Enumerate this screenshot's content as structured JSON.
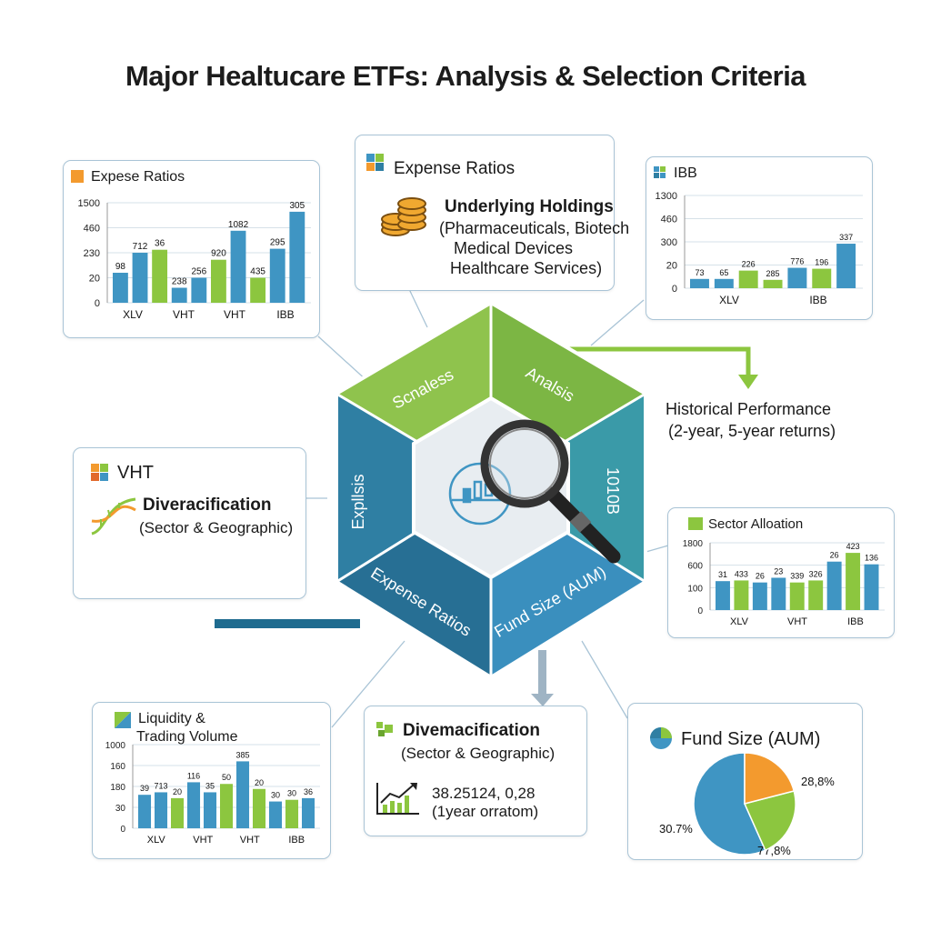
{
  "title": "Major Healtucare ETFs: Analysis & Selection Criteria",
  "colors": {
    "blue": "#3f95c3",
    "green": "#8cc63f",
    "teal": "#2f7fa3",
    "orange": "#f39a2e",
    "navy": "#1e6b8f",
    "border": "#a9c4d6"
  },
  "card_expense_chart": {
    "title": "Expese Ratios",
    "icon": "orange-square-icon",
    "y_ticks": [
      "1500",
      "460",
      "230",
      "20",
      "0"
    ],
    "x_labels": [
      "XLV",
      "VHT",
      "VHT",
      "IBB"
    ],
    "chart_data": {
      "type": "bar",
      "values": [
        0.3,
        0.5,
        0.53,
        0.15,
        0.25,
        0.43,
        0.72,
        0.25,
        0.54,
        0.91
      ],
      "labels": [
        "98",
        "712",
        "36",
        "238",
        "256",
        "920",
        "1082",
        "435",
        "295",
        "305"
      ],
      "colors": [
        "blue",
        "blue",
        "green",
        "blue",
        "blue",
        "green",
        "blue",
        "green",
        "blue",
        "blue"
      ]
    }
  },
  "card_holdings": {
    "title": "Expense Ratios",
    "icon": "colored-squares-icon",
    "sub_icon": "coins-icon",
    "heading": "Underlying Holdings",
    "lines": [
      "(Pharmaceuticals, Biotech",
      "Medical Devices",
      "Healthcare Services)"
    ]
  },
  "card_ibb_chart": {
    "title": "IBB",
    "icon": "grid-squares-icon",
    "y_ticks": [
      "1300",
      "460",
      "300",
      "20",
      "0"
    ],
    "x_labels": [
      "XLV",
      "IBB"
    ],
    "chart_data": {
      "type": "bar",
      "values": [
        0.1,
        0.1,
        0.19,
        0.09,
        0.22,
        0.21,
        0.48
      ],
      "labels": [
        "73",
        "65",
        "226",
        "285",
        "776",
        "196",
        "337"
      ],
      "colors": [
        "blue",
        "blue",
        "green",
        "green",
        "blue",
        "green",
        "blue"
      ]
    }
  },
  "historical": {
    "title": "Historical Performance",
    "sub": "(2-year, 5-year returns)"
  },
  "card_vht": {
    "title": "VHT",
    "icon": "colored-squares-icon",
    "sub_icon": "dna-icon",
    "heading": "Diveracification",
    "sub": "(Sector & Geographic)"
  },
  "card_sector_chart": {
    "title": "Sector Alloation",
    "icon": "green-square-icon",
    "y_ticks": [
      "1800",
      "600",
      "100",
      "0"
    ],
    "x_labels": [
      "XLV",
      "VHT",
      "IBB"
    ],
    "chart_data": {
      "type": "bar",
      "values": [
        0.43,
        0.44,
        0.41,
        0.48,
        0.41,
        0.44,
        0.72,
        0.85,
        0.68
      ],
      "labels": [
        "31",
        "433",
        "26",
        "23",
        "339",
        "326",
        "26",
        "423",
        "136"
      ],
      "colors": [
        "blue",
        "green",
        "blue",
        "blue",
        "green",
        "green",
        "blue",
        "green",
        "blue"
      ]
    }
  },
  "hexagon": {
    "segments": [
      "Scnaless",
      "Analsis",
      "Expllsis",
      "Expense Ratios",
      "Fund Size (AUM)",
      "1010B"
    ],
    "center_icon": "candlestick-chart-icon",
    "magnifier_icon": "magnifying-glass-icon"
  },
  "card_liquidity": {
    "title_line1": "Liquidity &",
    "title_line2": "Trading Volume",
    "icon": "green-blue-square-icon",
    "y_ticks": [
      "1000",
      "160",
      "180",
      "30",
      "0"
    ],
    "x_labels": [
      "XLV",
      "VHT",
      "VHT",
      "IBB"
    ],
    "chart_data": {
      "type": "bar",
      "values": [
        0.4,
        0.43,
        0.36,
        0.55,
        0.43,
        0.53,
        0.8,
        0.47,
        0.32,
        0.34,
        0.36
      ],
      "labels": [
        "39",
        "713",
        "20",
        "116",
        "35",
        "50",
        "385",
        "20",
        "30",
        "30",
        "36"
      ],
      "colors": [
        "blue",
        "blue",
        "green",
        "blue",
        "blue",
        "green",
        "blue",
        "green",
        "blue",
        "green",
        "blue"
      ]
    }
  },
  "card_divers2": {
    "title": "Divemacification",
    "sub": "(Sector & Geographic)",
    "icon": "green-squares-icon",
    "growth_icon": "growth-chart-icon",
    "stat": "38.25124, 0,28",
    "stat_sub": "(1year orratom)"
  },
  "card_fund": {
    "title": "Fund Size (AUM)",
    "icon": "pie-icon",
    "chart_data": {
      "type": "pie",
      "slices": [
        {
          "value": 77.8,
          "label": "77,8%",
          "color": "blue"
        },
        {
          "value": 30.7,
          "label": "30.7%",
          "color": "green"
        },
        {
          "value": 28.8,
          "label": "28,8%",
          "color": "orange"
        }
      ]
    }
  }
}
